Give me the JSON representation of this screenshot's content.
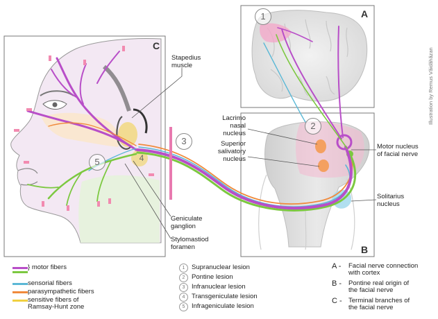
{
  "panels": {
    "a_letter": "A",
    "b_letter": "B",
    "c_letter": "C"
  },
  "lesion_markers": [
    "1",
    "2",
    "3",
    "4",
    "5"
  ],
  "labels": {
    "stapedius": "Stapedius\nmuscle",
    "lacrimo": "Lacrimo\nnasal\nnucleus",
    "superior_salivatory": "Superior\nsalivatory\nnucleus",
    "motor_nucleus": "Motor nucleus\nof facial nerve",
    "solitarius": "Solitarius\nnucleus",
    "geniculate": "Geniculate\nganglion",
    "stylomastoid": "Stylomastiod\nforamen"
  },
  "credit": "Illustration by Remus Văidăhăzan",
  "legend": {
    "fibers": [
      {
        "label": "motor fibers",
        "color": "#b84ec8"
      },
      {
        "label": "sensorial fibers",
        "color": "#5bb8d6"
      },
      {
        "label": "parasympathetic fibers",
        "color": "#f08a3c"
      },
      {
        "label": "sensitive fibers of\nRamsay-Hunt zone",
        "color": "#f0d040"
      }
    ],
    "motor_green_color": "#7cc840",
    "lesions": [
      {
        "num": "1",
        "label": "Supranuclear lesion"
      },
      {
        "num": "2",
        "label": "Pontine lesion"
      },
      {
        "num": "3",
        "label": "Infranuclear lesion"
      },
      {
        "num": "4",
        "label": "Transgeniculate lesion"
      },
      {
        "num": "5",
        "label": "Infrageniculate lesion"
      }
    ],
    "panel_key": [
      {
        "letter": "A -",
        "label": "Facial nerve connection\nwith cortex"
      },
      {
        "letter": "B -",
        "label": "Pontine real origin of\nthe facial nerve"
      },
      {
        "letter": "C -",
        "label": "Terminal branches of\nthe facial nerve"
      }
    ]
  },
  "colors": {
    "motor": "#b84ec8",
    "green": "#7cc840",
    "sensorial": "#5bb8d6",
    "parasympathetic": "#f08a3c",
    "ramsay": "#f0d040",
    "lesion_bar": "#e87ab0"
  }
}
